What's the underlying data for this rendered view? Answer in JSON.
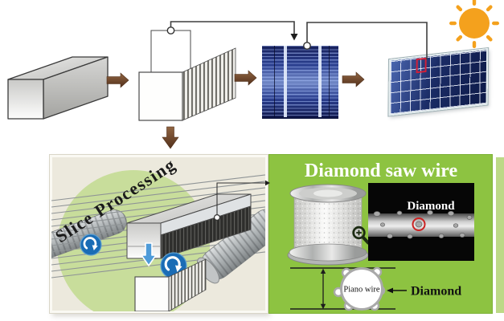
{
  "slice_panel": {
    "title": "Slice Processing"
  },
  "diamond_panel": {
    "title": "Diamond saw wire",
    "sem_label": "Diamond",
    "wire_core_label": "Piano wire",
    "particle_label": "Diamond"
  },
  "icons": {
    "sun": "sun-icon",
    "rotation_left": "rotate-clockwise-icon",
    "rotation_right": "rotate-clockwise-icon",
    "magnifier": "zoom-in-icon"
  },
  "colors": {
    "background": "#FFFFFF",
    "slice_panel_bg": "#ECE9DD",
    "diamond_panel_bg": "#8DC341",
    "green_circle": "#C8DD9B",
    "flow_arrow_brown": "#6E4226",
    "rotation_icon_blue": "#1A6CB5",
    "slicing_arrow_blue": "#4E9BD8",
    "sun_orange": "#F4A11D",
    "solar_cell_blue": "#1B2A68",
    "marker_red": "#D11F38",
    "circuit_wire": "#3F3F3F"
  }
}
